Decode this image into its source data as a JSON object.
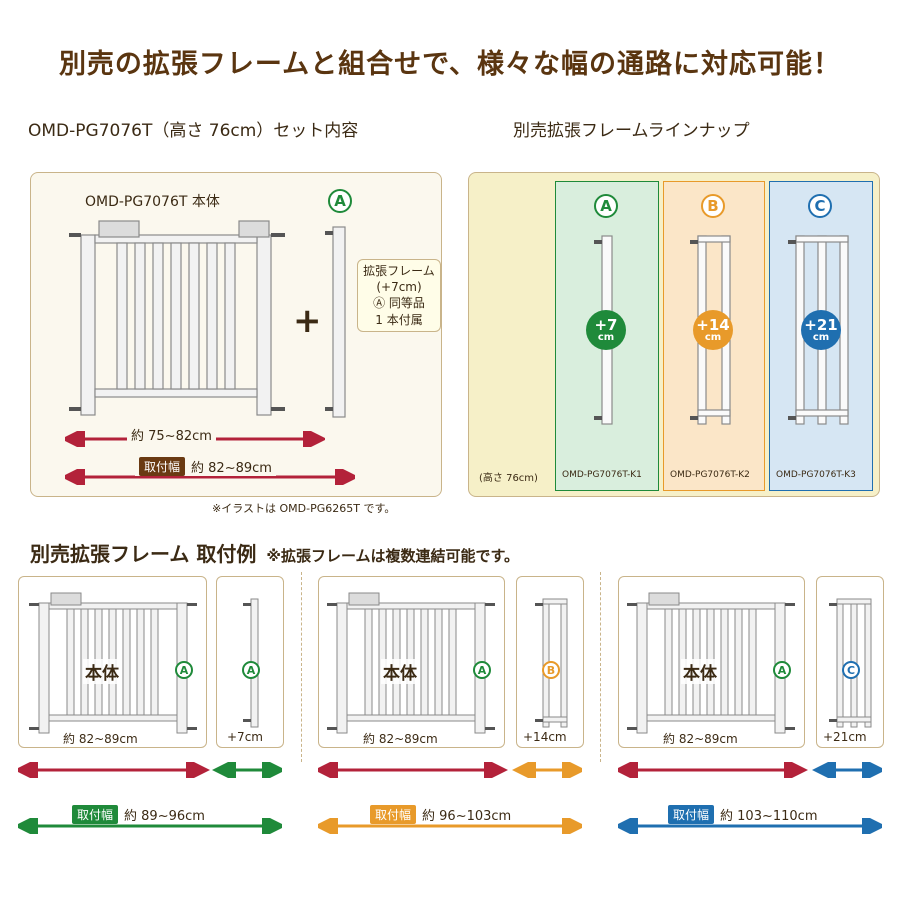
{
  "title": "別売の拡張フレームと組合せで、様々な幅の通路に対応可能！",
  "set_heading": "OMD-PG7076T（高さ 76cm）セット内容",
  "lineup_heading": "別売拡張フレームラインナップ",
  "set_panel": {
    "main_label": "OMD-PG7076T 本体",
    "plus": "+",
    "frame_letter": "A",
    "bubble_lines": [
      "拡張フレーム",
      "(+7cm)",
      "Ⓐ 同等品",
      "1 本付属"
    ],
    "width_label": "約 75~82cm",
    "mount_badge": "取付幅",
    "mount_width": "約 82~89cm",
    "note": "※イラストは OMD-PG6265T です。"
  },
  "lineup": {
    "height_note": "(高さ 76cm)",
    "items": [
      {
        "letter": "A",
        "plus": "+7",
        "unit": "cm",
        "model": "OMD-PG7076T-K1",
        "color": "#1f8a3a",
        "bg": "#d9eedd"
      },
      {
        "letter": "B",
        "plus": "+14",
        "unit": "cm",
        "model": "OMD-PG7076T-K2",
        "color": "#e89a2a",
        "bg": "#fbe6c8"
      },
      {
        "letter": "C",
        "plus": "+21",
        "unit": "cm",
        "model": "OMD-PG7076T-K3",
        "color": "#1f6fb0",
        "bg": "#d6e6f3"
      }
    ]
  },
  "examples_heading": "別売拡張フレーム 取付例",
  "examples_note": "※拡張フレームは複数連結可能です。",
  "examples": [
    {
      "body_label": "本体",
      "body_letter": "A",
      "ext_letter": "A",
      "body_width": "約 82~89cm",
      "ext_width": "+7cm",
      "mount_badge": "取付幅",
      "mount_width": "約 89~96cm",
      "color": "#1f8a3a"
    },
    {
      "body_label": "本体",
      "body_letter": "A",
      "ext_letter": "B",
      "body_width": "約 82~89cm",
      "ext_width": "+14cm",
      "mount_badge": "取付幅",
      "mount_width": "約 96~103cm",
      "color": "#e89a2a"
    },
    {
      "body_label": "本体",
      "body_letter": "A",
      "ext_letter": "C",
      "body_width": "約 82~89cm",
      "ext_width": "+21cm",
      "mount_badge": "取付幅",
      "mount_width": "約 103~110cm",
      "color": "#1f6fb0"
    }
  ],
  "colors": {
    "arrow_red": "#b3223a",
    "brown": "#5a3510",
    "panel_border": "#c9b48a"
  }
}
